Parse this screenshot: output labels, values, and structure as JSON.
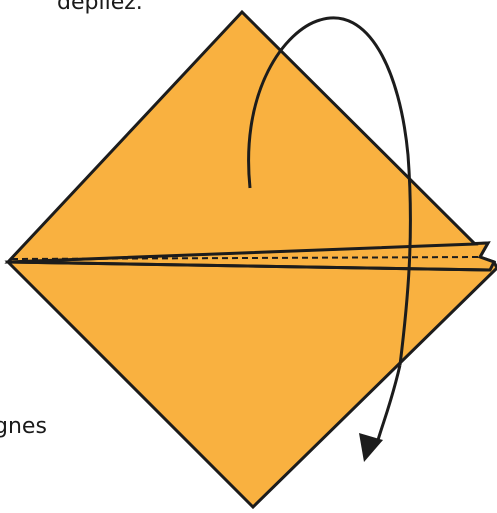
{
  "captions": {
    "top_fragment": "dépliez.",
    "left_fragment": "gnes"
  },
  "colors": {
    "paper": "#F9B140",
    "outline": "#1C1C1C",
    "background": "#FFFFFF"
  },
  "icons": {
    "unfold_arrow": "curved-arrow-down-icon",
    "fold_line": "dashed-valley-fold-line"
  }
}
